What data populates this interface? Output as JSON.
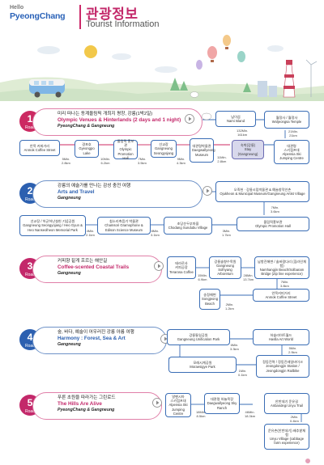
{
  "header": {
    "logo_hello": "Hello",
    "logo_main": "PyeongChang",
    "title_ko": "관광정보",
    "title_en": "Tourist Information"
  },
  "colors": {
    "route1": "#cc2a62",
    "route2": "#2c60b0",
    "route3": "#c3286a",
    "route4": "#2c60b0",
    "route5": "#c3286a",
    "line": "#3a6db5"
  },
  "sections": [
    {
      "num": "1",
      "road": "Road",
      "ko": "미리 떠나는 동계올림픽 개최지 평창, 강릉(1박2일)",
      "en": "Olympic Venues & Hinterlands (2 days and 1 night)",
      "sub": "PyeongChang & Gangneung",
      "nodes": [
        "남이섬\nNami Island",
        "월정사 / 월정사\nWoljeongsa Temple",
        "숙박(강릉)\nStay (Gangneung)",
        "대관령\n스키점프대\nAlpensia Ski Jumping Centre",
        "대관령박물관\nDaegwallyeong Museum",
        "선교장\nGangneung Seongyojang",
        "올림픽 홍보관\nOlympic Promotion Hall",
        "경포호\nGyeongpo Lake",
        "안목 커피거리\nAnmok Coffee Street"
      ],
      "dists": [
        "132Min.\n161km",
        "21Min.\n21km",
        "11Min.\n2.8km",
        "9Min.\n4.3km",
        "7Min.\n3.5km",
        "10Min.\n6.2km",
        "5Min.\n2.8km"
      ]
    },
    {
      "num": "2",
      "road": "Road",
      "ko": "강릉의 예술가를 만나는 감성 충전 여행",
      "en": "Arts and Travel",
      "sub": "Gangneung",
      "nodes": [
        "오죽헌 · 강릉시립박물관 & 예술창작인촌\nOjukheon & Municipal Museum/Gangneung Artist Village",
        "올림픽홍보관\nOlympic Promotion Hall",
        "초당순두부마을\nChodang Sundubu Village",
        "참소리축음기 박물관\nChamsori Gramophone & Edison Science Museum",
        "선교장 / 허균허난설헌 기념공원\nGangneung Seongyojang / Heo Gyun & Heo Nanseolheon Memorial Park"
      ],
      "dists": [
        "7Min.\n3.6km",
        "3Min.\n1.7km",
        "8Min.\n3.1km",
        "4Min.\n2.1km"
      ]
    },
    {
      "num": "3",
      "road": "Road",
      "ko": "커피향 짙게 흐르는 해안길",
      "en": "Coffee-scented Coastal Trails",
      "sub": "Gangneung",
      "nodes": [
        "테라로사\n커피공장\nTerarosa Coffee",
        "강릉솔향수목원\nGangneung Solhyang Arboretum",
        "남항진해변 / 솔바람다리 (집라인체험)\nNamhangjin Beach/Solbaram Bridge (Zip line experience)",
        "안목커피거리\nAnmok Coffee Street",
        "송정해변\nSongjeong Beach"
      ],
      "dists": [
        "15Min.\n6.9km",
        "28Min.\n13.7km",
        "7Min.\n3.8km",
        "2Min.\n1.2km"
      ]
    },
    {
      "num": "4",
      "road": "Road",
      "ko": "숲, 바다, 예술이 어우러진 강릉 아름 여행",
      "en": "Harmony : Forest, Sea & Art",
      "sub": "Gangneung",
      "nodes": [
        "강릉통일공원\nGangneung Unification Park",
        "하슬라아트월드\nHaslla Art World",
        "정동진역 / 정동진레일바이크\nJeongdongjin Station / Jeongdongjin Railbike",
        "모래시계공원\nMoraesigye Park"
      ],
      "dists": [
        "6Min.\n3.3km",
        "5Min.\n2.9km",
        "1Min.\n0.1km"
      ]
    },
    {
      "num": "5",
      "road": "Road",
      "ko": "푸른 초원을 따라가는 그린로드",
      "en": "The Hills Are Alive",
      "sub": "PyeongChang & Gangneung",
      "nodes": [
        "알펜시아\n스키점프대\nAlpensia Ski Jumping Centre",
        "대관령 하늘목장\nDaegwallyeong Sky Ranch",
        "안반데기 운유길\nAnbandegi Unyu Trail",
        "운유촌(안반데기) 배추밭체험\nUnyu Village (cabbage farm experience)"
      ],
      "dists": [
        "18Min.\n8.5km",
        "46Min.\n18.3km",
        "2Min.\n0.4km"
      ]
    }
  ]
}
